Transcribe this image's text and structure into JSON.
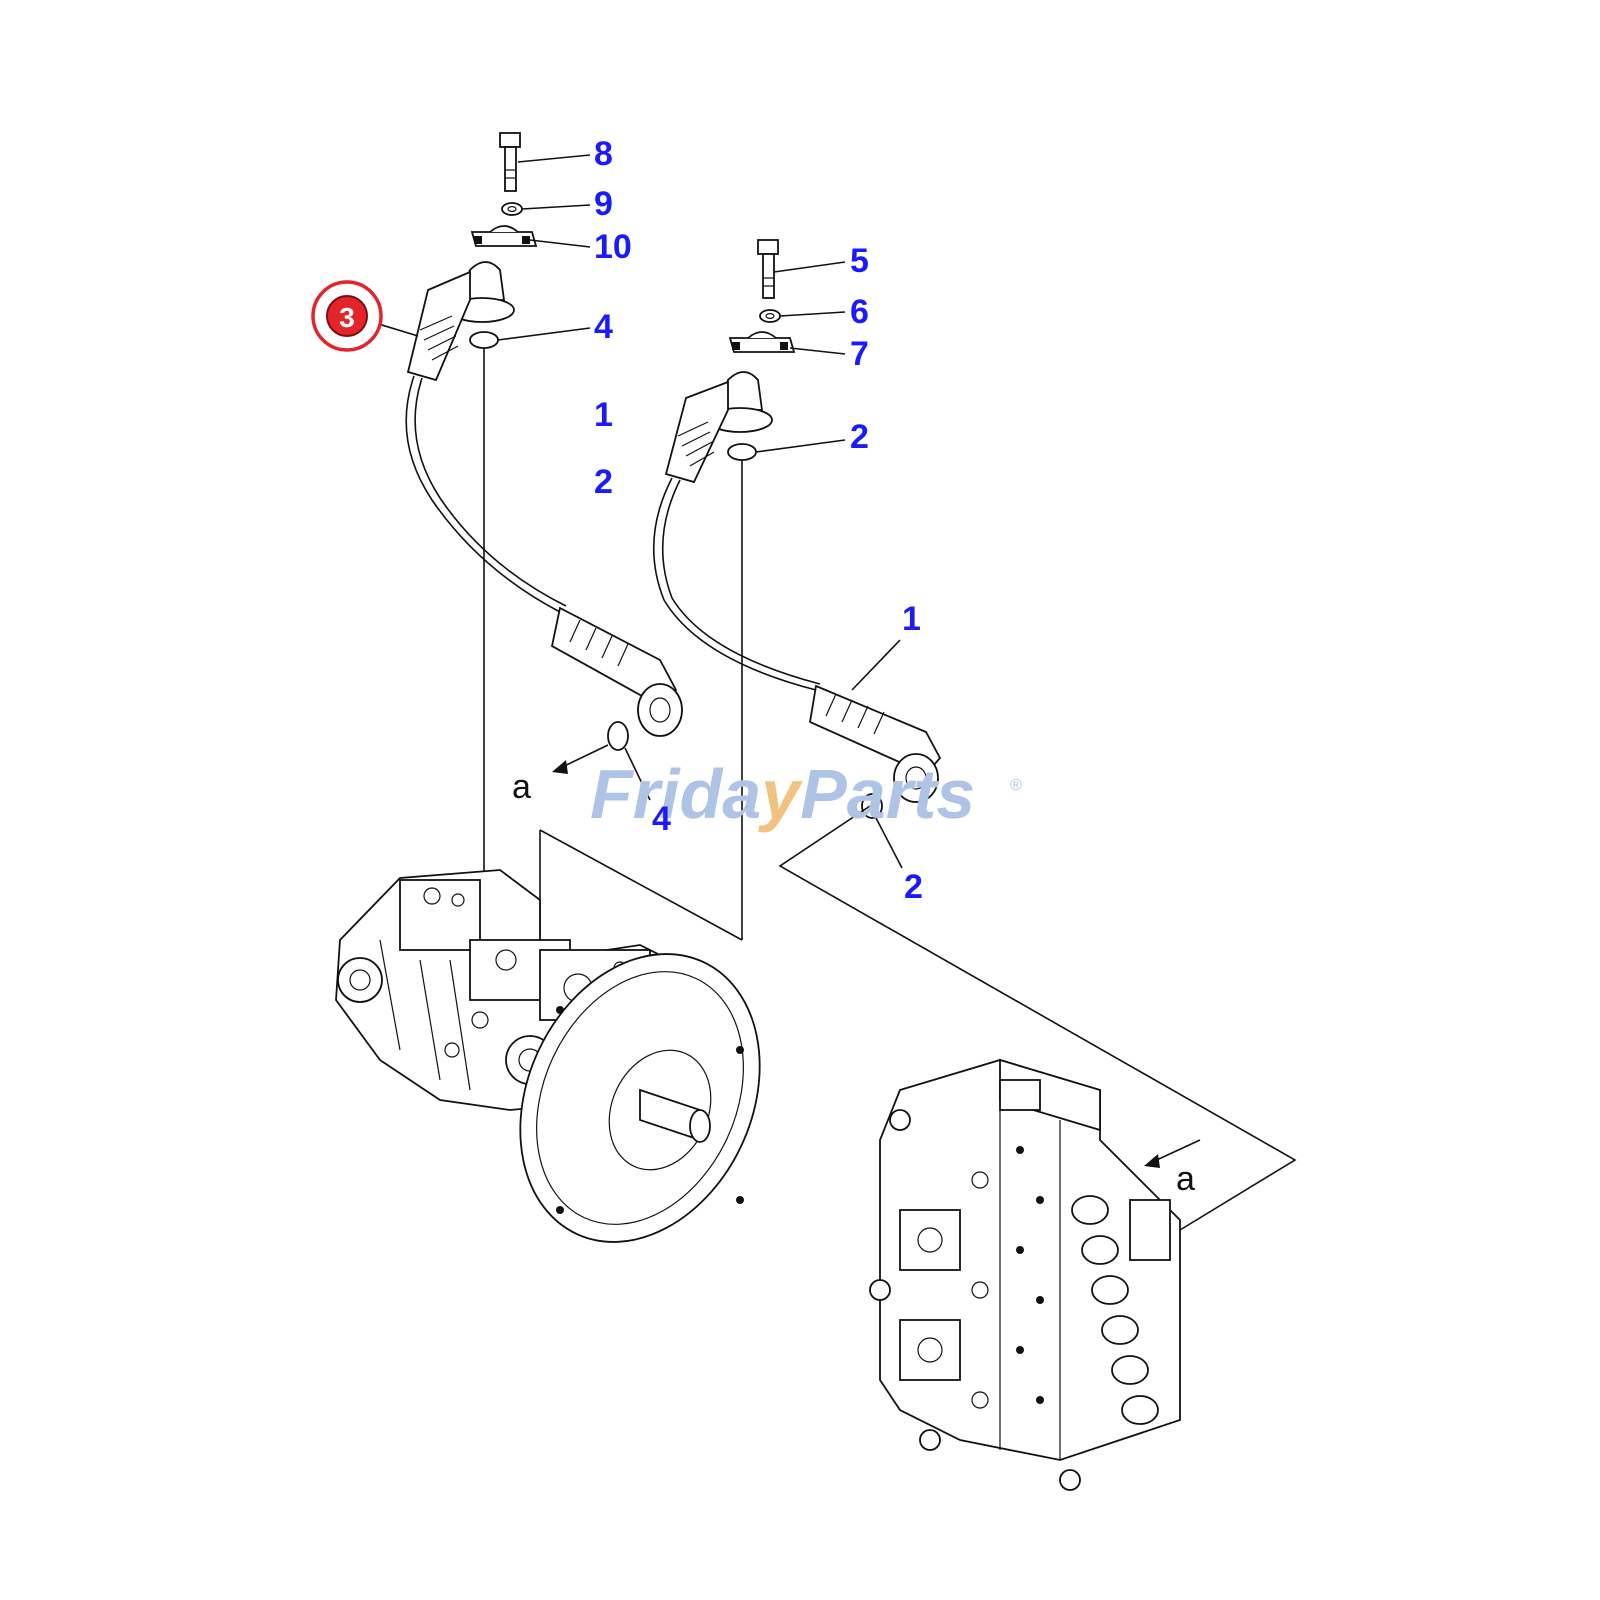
{
  "callouts": {
    "c8": "8",
    "c9": "9",
    "c10": "10",
    "c3": "3",
    "c4_top": "4",
    "c1_mid": "1",
    "c2_mid": "2",
    "c5": "5",
    "c6": "6",
    "c7": "7",
    "c2_right": "2",
    "c1_right": "1",
    "c4_bottom": "4",
    "c2_bottom": "2"
  },
  "ref_letters": {
    "a_left": "a",
    "a_right": "a"
  },
  "watermark": {
    "part1": "Frida",
    "part2": "y",
    "part3": "Parts",
    "mark": "®"
  },
  "colors": {
    "callout": "#1a1aff",
    "highlight_ring": "#e3242b",
    "watermark_blue": "#aec4e6",
    "watermark_orange": "#f2c283"
  },
  "icons": {
    "highlight": "red-circle-badge"
  }
}
